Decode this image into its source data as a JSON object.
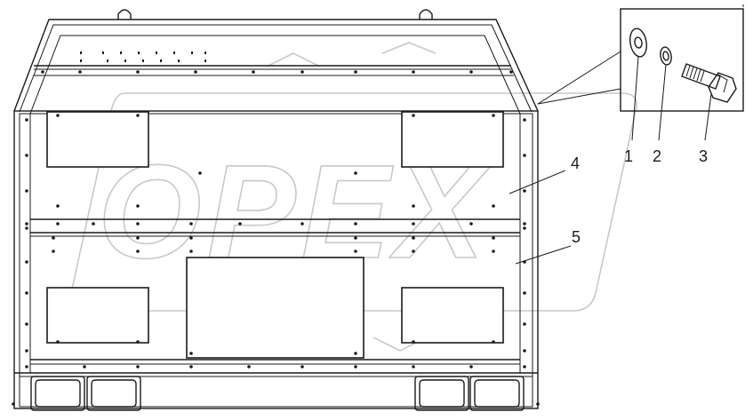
{
  "watermark": {
    "text": "OPEX"
  },
  "callouts": {
    "c1": "1",
    "c2": "2",
    "c3": "3",
    "c4": "4",
    "c5": "5"
  },
  "parts": [
    {
      "id": 1,
      "icon": "washer-icon"
    },
    {
      "id": 2,
      "icon": "lock-washer-icon"
    },
    {
      "id": 3,
      "icon": "bolt-icon"
    },
    {
      "id": 4,
      "icon": "upper-panel"
    },
    {
      "id": 5,
      "icon": "lower-panel"
    }
  ],
  "colors": {
    "line": "#1a1a1a",
    "watermark": "#c8c8c8",
    "background": "#ffffff"
  }
}
